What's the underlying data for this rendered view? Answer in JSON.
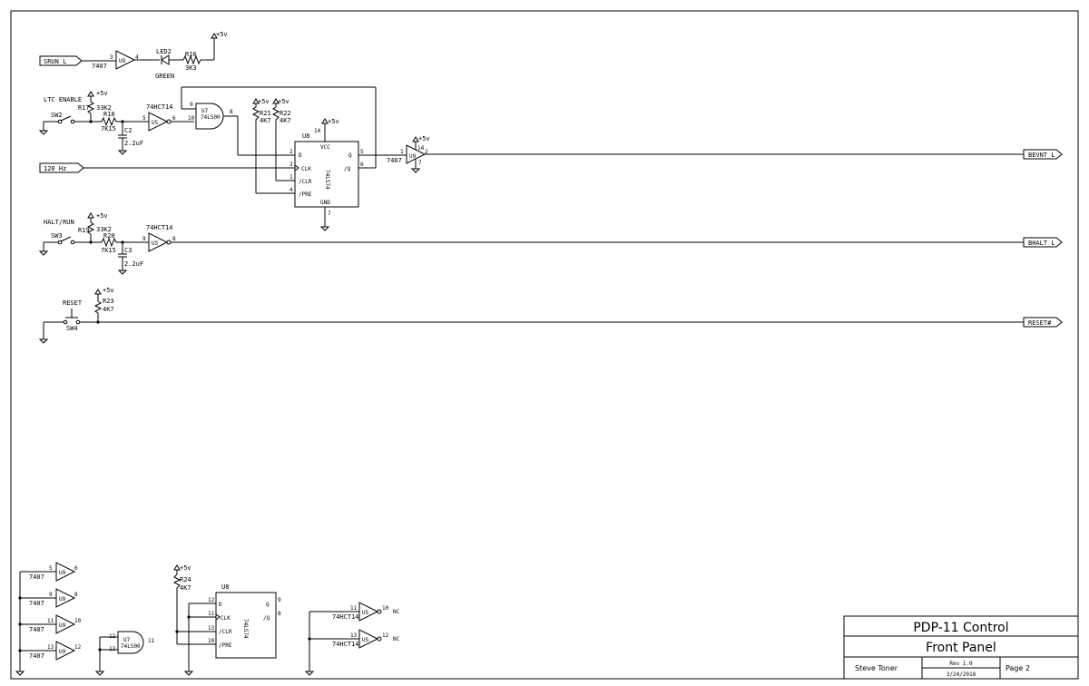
{
  "signals": {
    "srun": "SRUN L",
    "clk120": "120 Hz",
    "bevnt": "BEVNT L",
    "bhalt": "BHALT L",
    "reset": "RESET#"
  },
  "power": {
    "vcc": "+5v"
  },
  "labels": {
    "ltc_enable": "LTC ENABLE",
    "halt_run": "HALT/RUN",
    "reset_btn": "RESET",
    "sw2": "SW2",
    "sw3": "SW3",
    "sw4": "SW4",
    "green": "GREEN",
    "nc": "NC"
  },
  "parts": {
    "u9": "U9",
    "u5": "U5",
    "u7": "U7",
    "u8": "U8",
    "p7407": "7407",
    "p74hct14": "74HCT14",
    "p74ls00": "74LS00",
    "p74ls74": "74LS74",
    "led2": "LED2",
    "r16": "R16",
    "r16v": "3K3",
    "r17": "R17",
    "r17v": "33K2",
    "r18": "R18",
    "r18v": "7K15",
    "r19": "R19",
    "r19v": "33K2",
    "r20": "R20",
    "r20v": "7K15",
    "r21": "R21",
    "r21v": "4K7",
    "r22": "R22",
    "r22v": "4K7",
    "r23": "R23",
    "r23v": "4K7",
    "r24": "R24",
    "r24v": "4K7",
    "c2": "C2",
    "c3": "C3",
    "cv": "2.2uF"
  },
  "ff_pins": {
    "d": "D",
    "clk": "CLK",
    "clr": "/CLR",
    "pre": "/PRE",
    "q": "Q",
    "qn": "/Q",
    "vcc": "VCC",
    "gnd": "GND"
  },
  "title_block": {
    "title1": "PDP-11 Control",
    "title2": "Front Panel",
    "author": "Steve Toner",
    "rev": "Rev 1.0",
    "date": "3/24/2018",
    "page": "Page 2"
  }
}
